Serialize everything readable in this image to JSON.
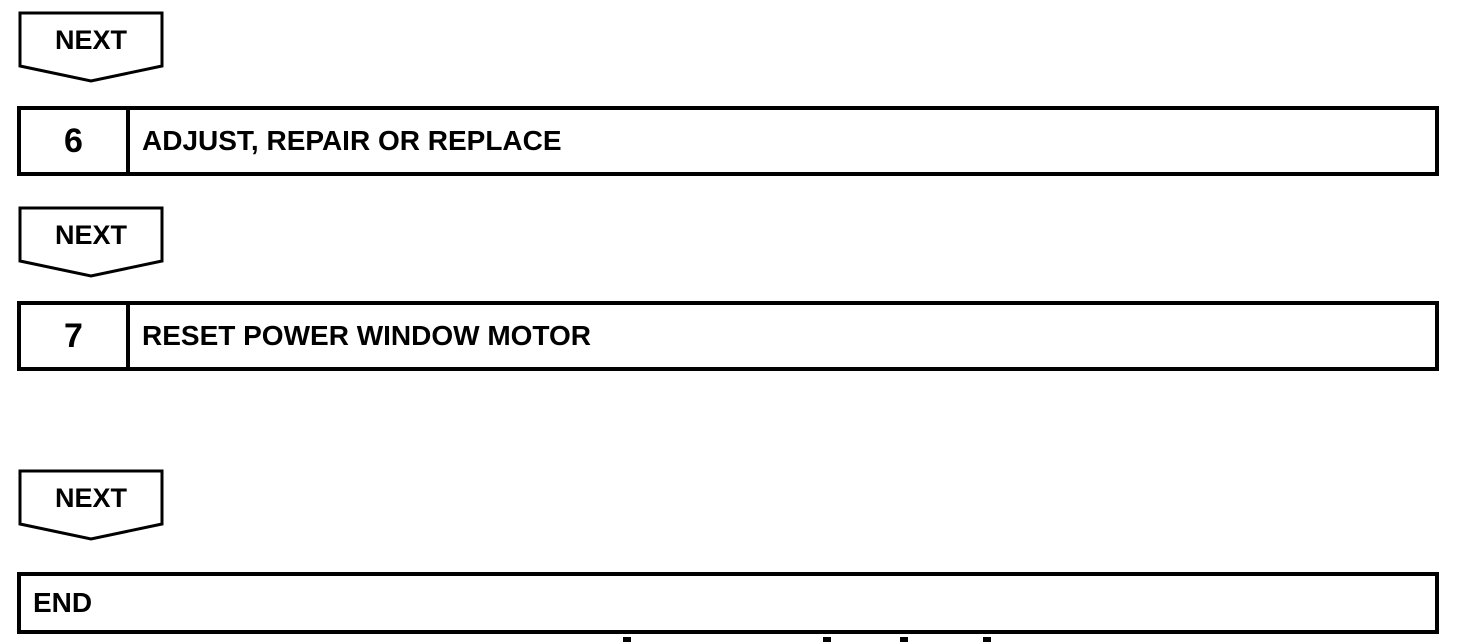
{
  "flow": {
    "next_1": "NEXT",
    "step_6": {
      "number": "6",
      "title": "ADJUST, REPAIR OR REPLACE"
    },
    "next_2": "NEXT",
    "step_7": {
      "number": "7",
      "title": "RESET POWER WINDOW MOTOR"
    },
    "next_3": "NEXT",
    "end_label": "END"
  },
  "colors": {
    "ink": "#000000",
    "background": "#ffffff"
  }
}
